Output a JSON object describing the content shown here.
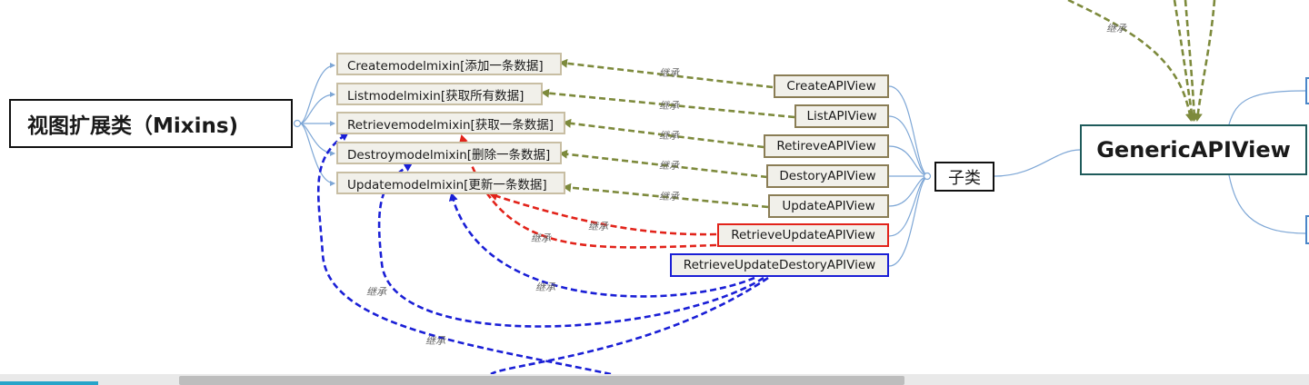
{
  "root": {
    "label": "视图扩展类（Mixins)"
  },
  "mixins": [
    {
      "label": "Createmodelmixin[添加一条数据]"
    },
    {
      "label": "Listmodelmixin[获取所有数据]"
    },
    {
      "label": "Retrievemodelmixin[获取一条数据]"
    },
    {
      "label": "Destroymodelmixin[删除一条数据]"
    },
    {
      "label": "Updatemodelmixin[更新一条数据]"
    }
  ],
  "views": [
    {
      "label": "CreateAPIView"
    },
    {
      "label": "ListAPIView"
    },
    {
      "label": "RetireveAPIView"
    },
    {
      "label": "DestoryAPIView"
    },
    {
      "label": "UpdateAPIView"
    },
    {
      "label": "RetrieveUpdateAPIView"
    },
    {
      "label": "RetrieveUpdateDestoryAPIView"
    }
  ],
  "subclass_node": {
    "label": "子类"
  },
  "generic": {
    "label": "GenericAPIView"
  },
  "edge_label": "继承",
  "colors": {
    "olive": "#7d8a3c",
    "red": "#e2231a",
    "blue": "#1a1fd6",
    "connector": "#7ea7d6"
  }
}
